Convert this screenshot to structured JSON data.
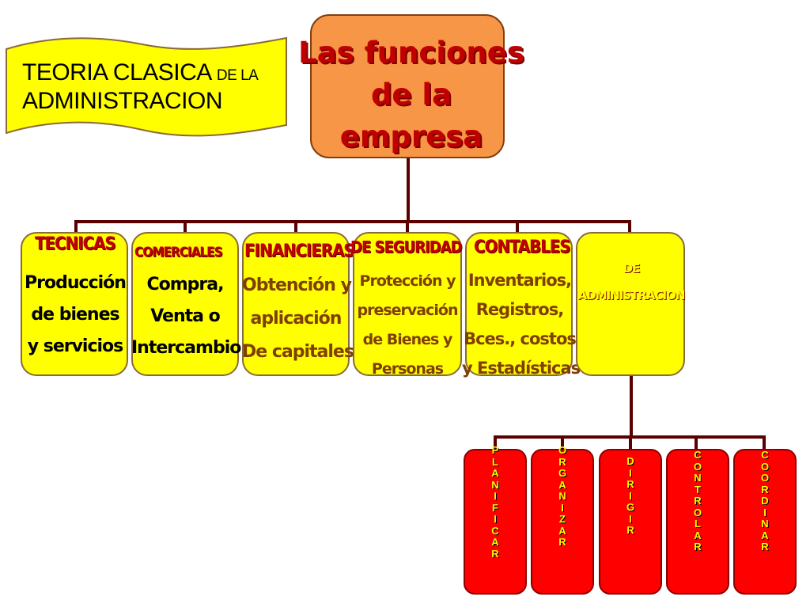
{
  "banner": {
    "line1_big": "TEORIA CLASICA ",
    "line1_small": "DE LA",
    "line2": "ADMINISTRACION"
  },
  "root": {
    "lines": [
      "Las funciones",
      "de la",
      "empresa"
    ]
  },
  "functions": [
    {
      "heading": "TECNICAS",
      "body": [
        "Producción",
        "de bienes",
        "y servicios"
      ]
    },
    {
      "heading": "COMERCIALES",
      "body": [
        "Compra,",
        "Venta o",
        "Intercambio"
      ]
    },
    {
      "heading": "FINANCIERAS",
      "body": [
        "Obtención y",
        "aplicación",
        "De capitales"
      ]
    },
    {
      "heading": "DE SEGURIDAD",
      "body": [
        "Protección y",
        "preservación",
        "de Bienes y",
        "Personas"
      ]
    },
    {
      "heading": "CONTABLES",
      "body": [
        "Inventarios,",
        "Registros,",
        "Bces., costos",
        "y Estadísticas"
      ]
    },
    {
      "heading": "DE ADMINISTRACION",
      "heading_lines": [
        "DE",
        "ADMINISTRACION"
      ],
      "body": []
    }
  ],
  "admin_functions": [
    {
      "label": "PLANIFICAR"
    },
    {
      "label": "ORGANIZAR"
    },
    {
      "label": "DIRIGIR"
    },
    {
      "label": "CONTROLAR"
    },
    {
      "label": "COORDINAR"
    }
  ],
  "colors": {
    "root_fill": "#f79646",
    "function_fill": "#ffff00",
    "subfunction_fill": "#ff0000",
    "heading_text": "#c00000",
    "body_text_dark": "#000000",
    "body_text_brown": "#7f3f00",
    "connector": "#5a0000"
  }
}
